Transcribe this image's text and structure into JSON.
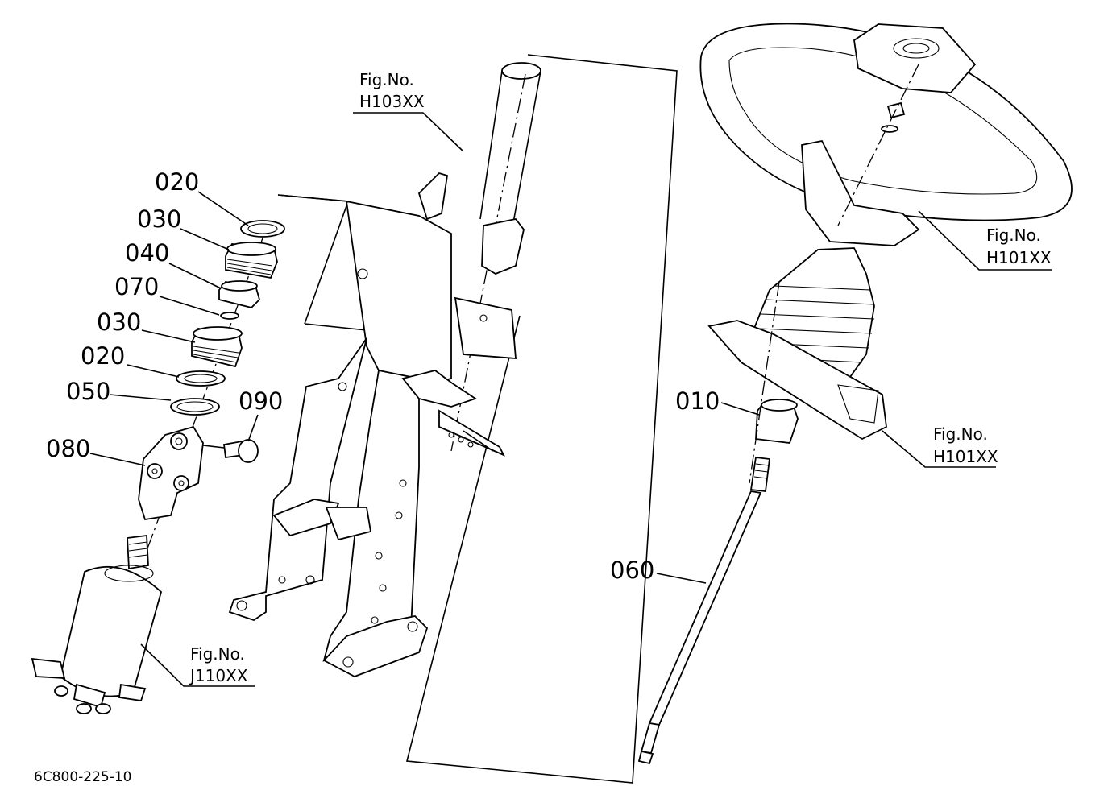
{
  "callouts": {
    "c020a": "020",
    "c030a": "030",
    "c040": "040",
    "c070": "070",
    "c030b": "030",
    "c020b": "020",
    "c050": "050",
    "c090": "090",
    "c080": "080",
    "c010": "010",
    "c060": "060"
  },
  "figure_refs": {
    "h103": {
      "label": "Fig.No.",
      "code": "H103XX"
    },
    "h101_top": {
      "label": "Fig.No.",
      "code": "H101XX"
    },
    "h101_mid": {
      "label": "Fig.No.",
      "code": "H101XX"
    },
    "j110": {
      "label": "Fig.No.",
      "code": "J110XX"
    }
  },
  "drawing_code": "6C800-225-10"
}
